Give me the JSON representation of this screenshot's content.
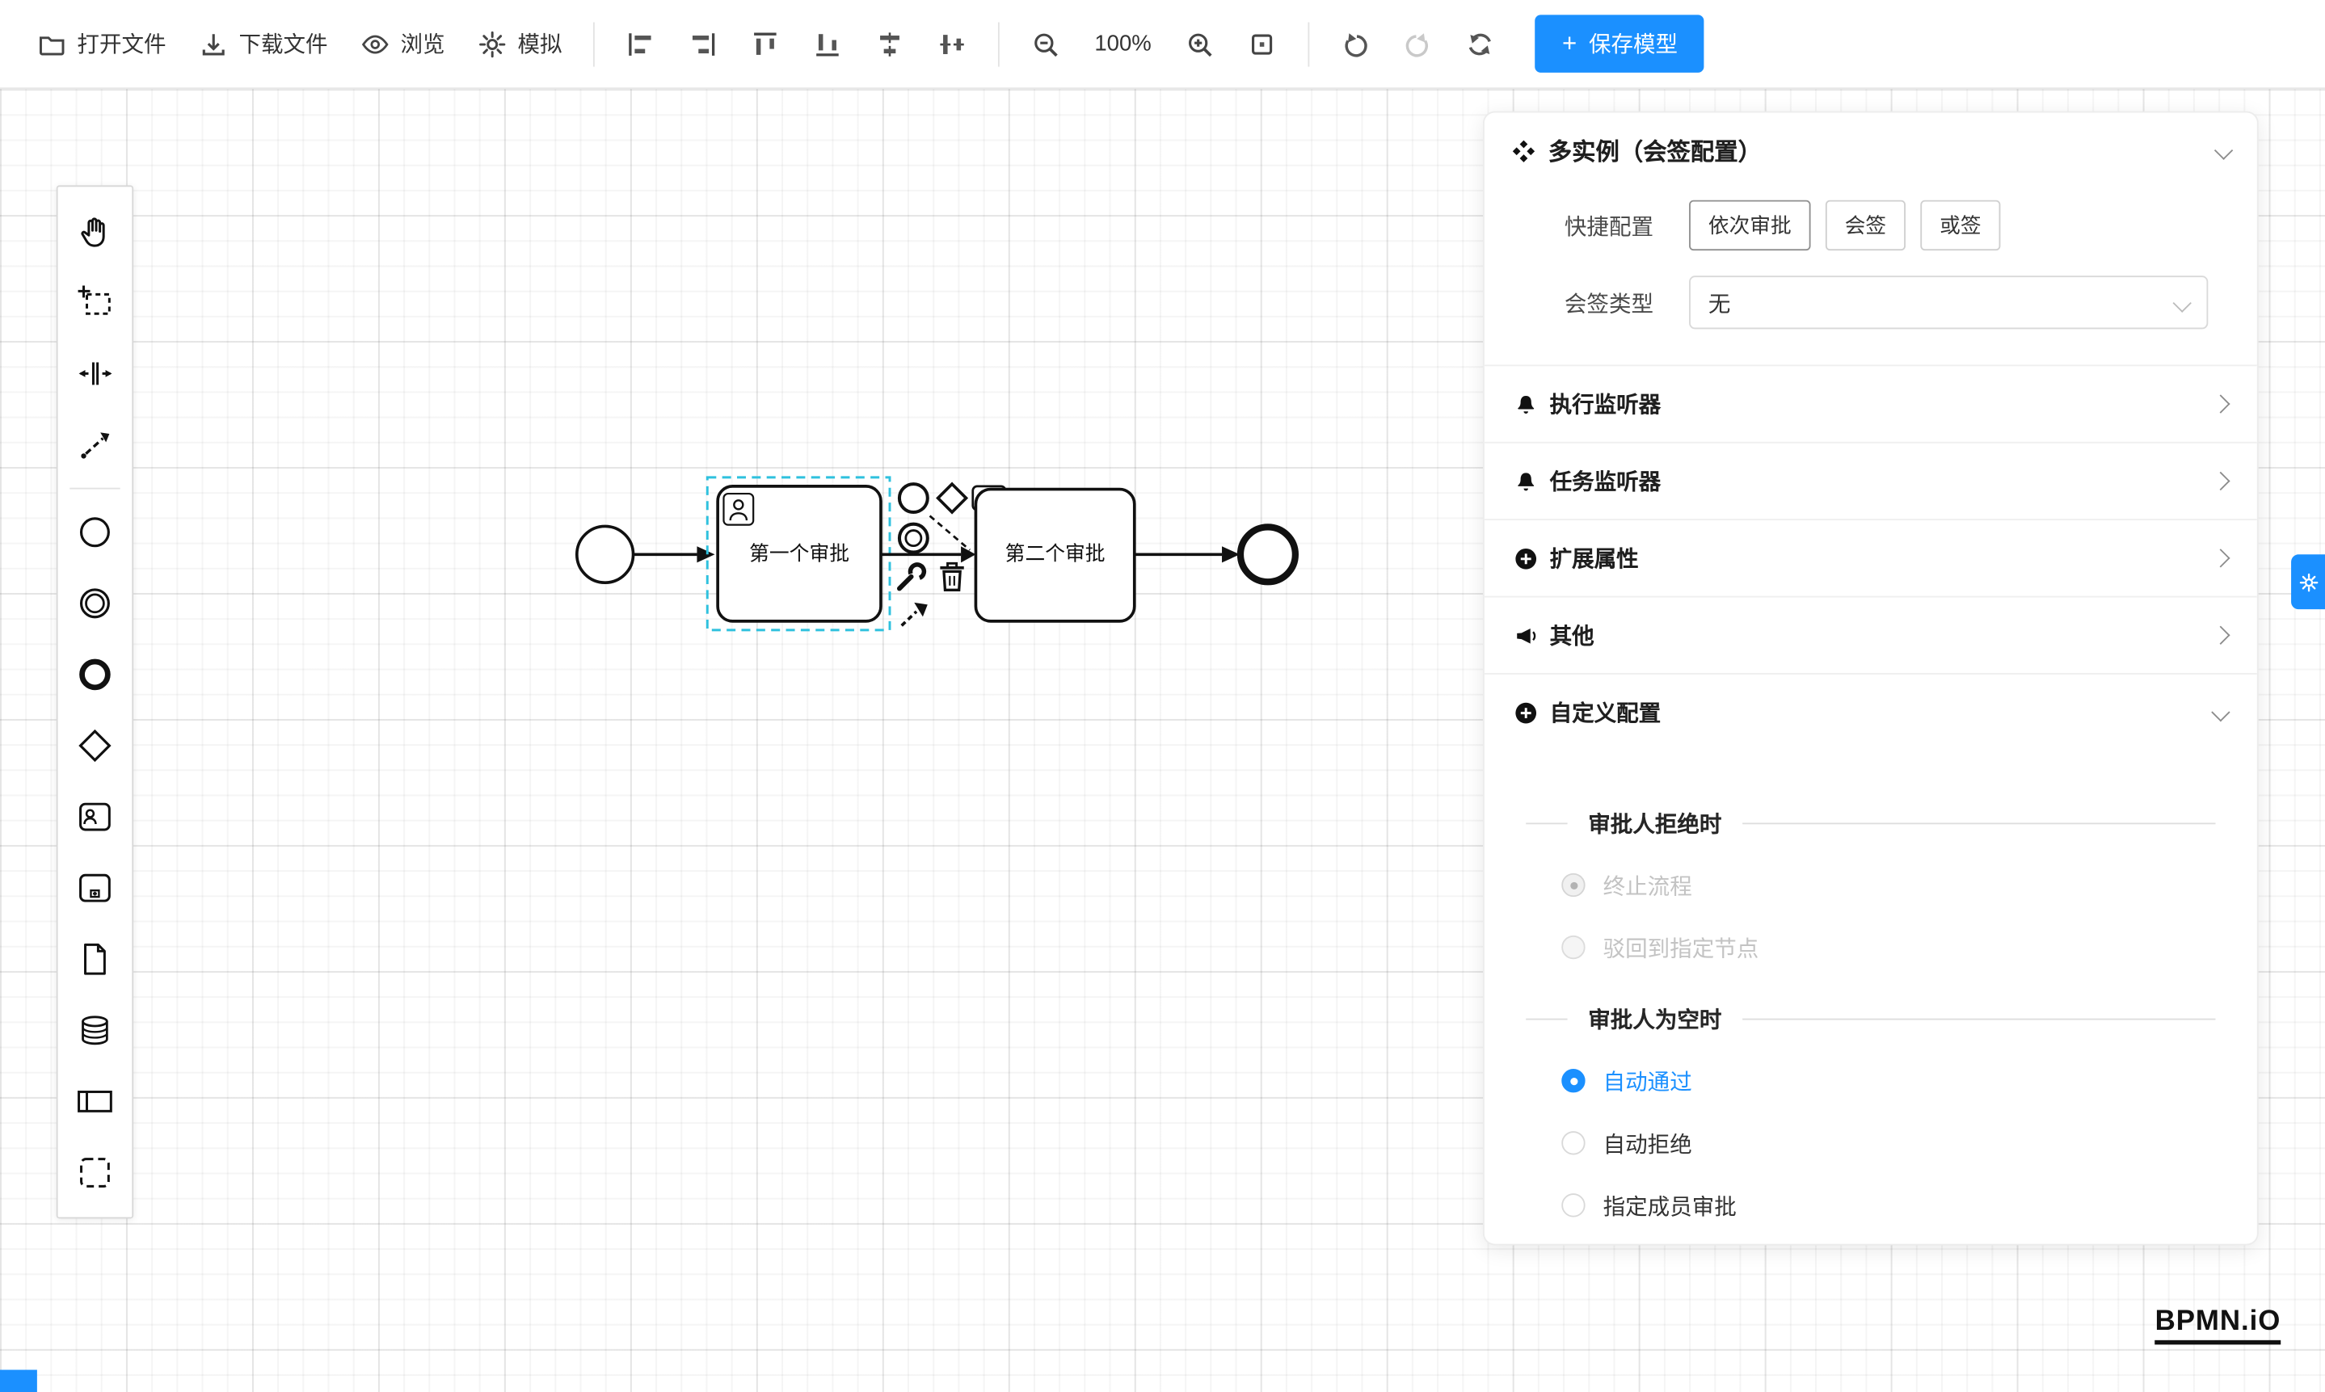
{
  "colors": {
    "accent": "#1b90ff",
    "selection": "#2fc1de"
  },
  "toolbar": {
    "open_file": "打开文件",
    "download_file": "下载文件",
    "preview": "浏览",
    "simulate": "模拟",
    "zoom_level": "100%",
    "save_plus": "+",
    "save_model": "保存模型",
    "icons": [
      "folder-icon",
      "download-icon",
      "eye-icon",
      "gear-icon",
      "align-left-icon",
      "align-right-icon",
      "align-top-icon",
      "align-bottom-icon",
      "align-center-horizontal-icon",
      "align-center-vertical-icon",
      "zoom-out-icon",
      "zoom-in-icon",
      "zoom-reset-icon",
      "undo-icon",
      "redo-icon",
      "refresh-icon"
    ]
  },
  "palette": {
    "items": [
      "hand-tool",
      "lasso-tool",
      "space-tool",
      "connect-tool",
      "start-event",
      "intermediate-event",
      "end-event",
      "gateway",
      "user-task",
      "subprocess",
      "data-object",
      "data-store",
      "participant",
      "group"
    ]
  },
  "diagram": {
    "task1": "第一个审批",
    "task2": "第二个审批"
  },
  "panel": {
    "title": "多实例（会签配置）",
    "quick_config": {
      "label": "快捷配置",
      "options": [
        "依次审批",
        "会签",
        "或签"
      ]
    },
    "sign_type": {
      "label": "会签类型",
      "value": "无"
    },
    "sections": [
      {
        "label": "执行监听器"
      },
      {
        "label": "任务监听器"
      },
      {
        "label": "扩展属性"
      },
      {
        "label": "其他"
      },
      {
        "label": "自定义配置"
      }
    ],
    "custom_config": {
      "reject_title": "审批人拒绝时",
      "reject_options": [
        {
          "label": "终止流程",
          "selected": true,
          "disabled": true
        },
        {
          "label": "驳回到指定节点",
          "selected": false,
          "disabled": true
        }
      ],
      "empty_title": "审批人为空时",
      "empty_options": [
        {
          "label": "自动通过",
          "selected": true,
          "disabled": false
        },
        {
          "label": "自动拒绝",
          "selected": false,
          "disabled": false
        },
        {
          "label": "指定成员审批",
          "selected": false,
          "disabled": false
        }
      ]
    }
  },
  "logo": "BPMN.iO"
}
